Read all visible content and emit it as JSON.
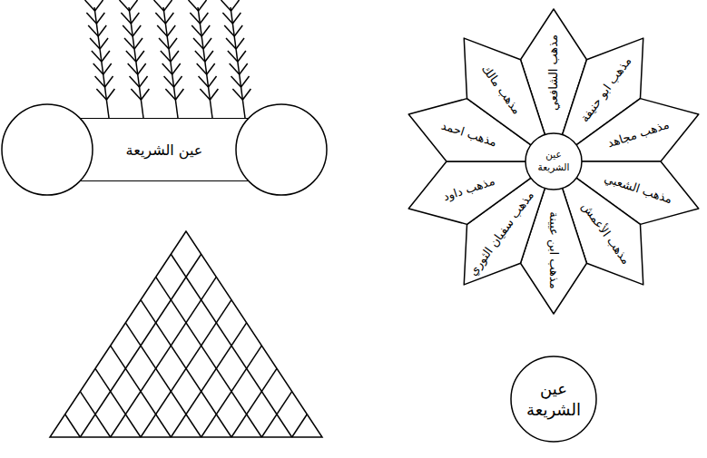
{
  "diagram": {
    "nodes": [
      {
        "text": [
          "عين الشريعة"
        ]
      },
      {
        "text": [
          "عين الشريعة"
        ]
      },
      {
        "text": [
          "مذهب الشافعي"
        ]
      },
      {
        "text": [
          "مذهب ابو حنيفة"
        ]
      },
      {
        "text": [
          "مذهب مجاهد"
        ]
      },
      {
        "text": [
          "مذهب الشعبي"
        ]
      },
      {
        "text": [
          "مذهب الأعمش"
        ]
      },
      {
        "text": [
          "مذهب ابن عيينة"
        ]
      },
      {
        "text": [
          "مذهب سفيان الثوري"
        ]
      },
      {
        "text": [
          "مذهب داود"
        ]
      },
      {
        "text": [
          "مذهب احمد"
        ]
      },
      {
        "text": [
          "مذهب مالك"
        ]
      },
      {
        "text": [
          "عين الشريعة"
        ]
      }
    ]
  }
}
